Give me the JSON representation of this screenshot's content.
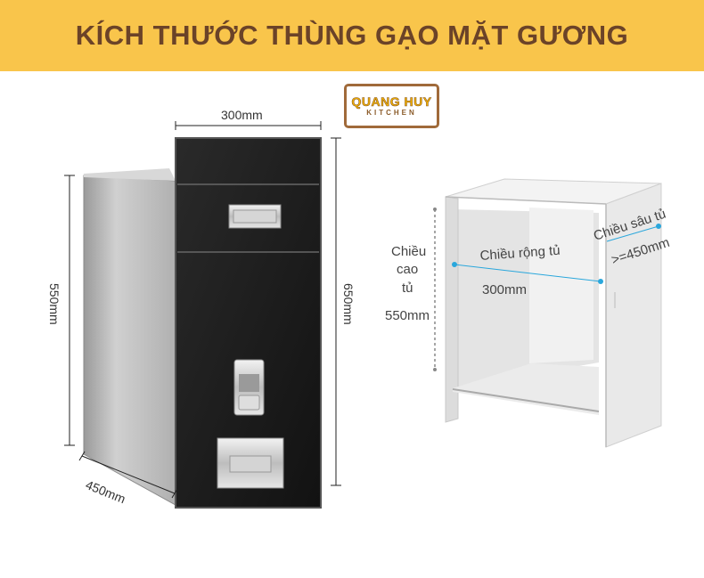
{
  "banner": {
    "title": "KÍCH THƯỚC THÙNG GẠO MẶT GƯƠNG"
  },
  "logo": {
    "name": "QUANG HUY",
    "sub": "KITCHEN"
  },
  "product_dims": {
    "width": "300mm",
    "height_side": "550mm",
    "height_front": "650mm",
    "depth": "450mm"
  },
  "cabinet_labels": {
    "height_line1": "Chiều",
    "height_line2": "cao",
    "height_line3": "tủ",
    "height_value": "550mm",
    "width_label": "Chiều rộng tủ",
    "width_value": "300mm",
    "depth_label": "Chiều sâu tủ",
    "depth_value": ">=450mm"
  },
  "colors": {
    "banner": "#f9c54b",
    "title": "#6b4328",
    "panel": "#1c1c1c",
    "steel": "#b8b8b8",
    "accent": "#2aa7dc"
  }
}
